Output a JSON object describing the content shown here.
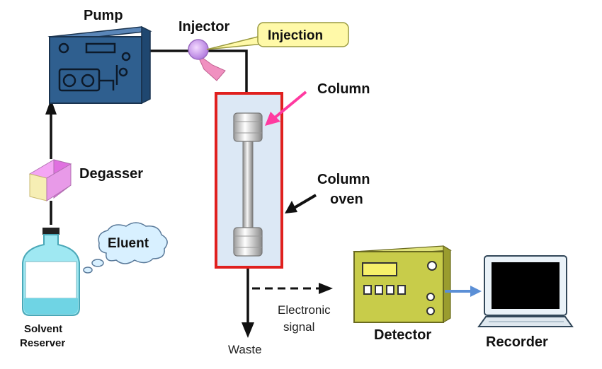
{
  "labels": {
    "pump": "Pump",
    "injector": "Injector",
    "injection": "Injection",
    "column": "Column",
    "column_oven_line1": "Column",
    "column_oven_line2": "oven",
    "degasser": "Degasser",
    "eluent": "Eluent",
    "solvent_line1": "Solvent",
    "solvent_line2": "Reserver",
    "electronic_line1": "Electronic",
    "electronic_line2": "signal",
    "waste": "Waste",
    "detector": "Detector",
    "recorder": "Recorder"
  },
  "colors": {
    "pump_body": "#2f5f8f",
    "oven_border": "#e0201e",
    "oven_fill": "#dce8f5",
    "pointer_column": "#ff3aa0",
    "detector_body": "#c8cc4a",
    "degasser_top": "#e89ae8",
    "degasser_side": "#f4ecb0",
    "injector": "#d9a0f5",
    "callout": "#fff9a8",
    "cloud": "#d8f0ff",
    "bottle_liquid": "#7fe0ee",
    "signal_arrow": "#5b8fd6"
  }
}
